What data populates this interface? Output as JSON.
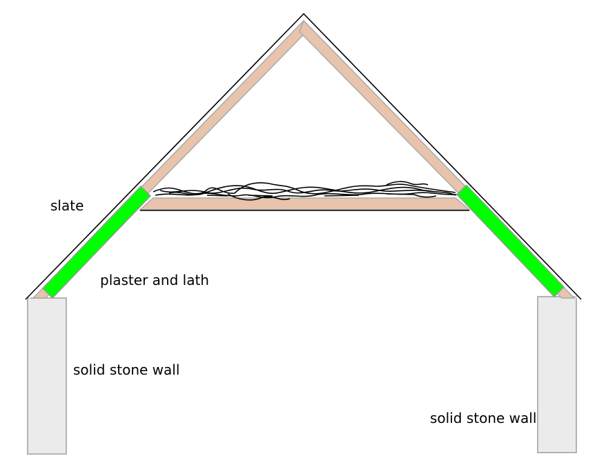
{
  "diagram": {
    "title": "",
    "labels": {
      "slate": "slate",
      "plaster": "plaster and lath",
      "wall_left": "solid stone wall",
      "wall_right": "solid stone wall"
    },
    "colors": {
      "timber": "#e8c4ad",
      "timber_edge": "#aaaaaa",
      "plaster": "#00ff00",
      "plaster_edge": "#999999",
      "wall_fill": "#ebebeb",
      "wall_edge": "#b3b3b3",
      "slate_line": "#000000",
      "insulation_line": "#000000"
    }
  }
}
